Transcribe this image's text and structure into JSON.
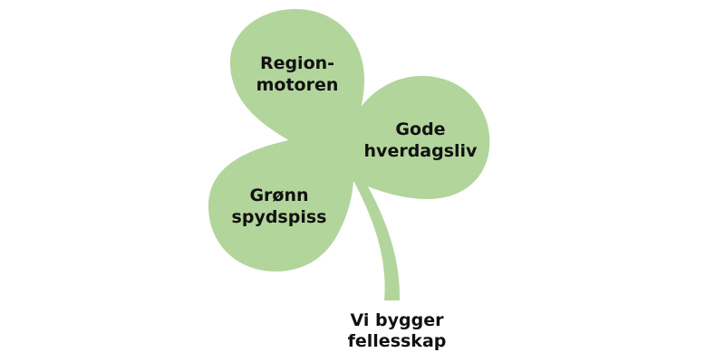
{
  "leaves": {
    "top": {
      "line1": "Region-",
      "line2": "motoren"
    },
    "right": {
      "line1": "Gode",
      "line2": "hverdagsliv"
    },
    "left": {
      "line1": "Grønn",
      "line2": "spydspiss"
    }
  },
  "stem_label": {
    "line1": "Vi bygger",
    "line2": "fellesskap"
  },
  "colors": {
    "leaf": "#b2d59c",
    "text": "#111111",
    "background": "#ffffff"
  }
}
